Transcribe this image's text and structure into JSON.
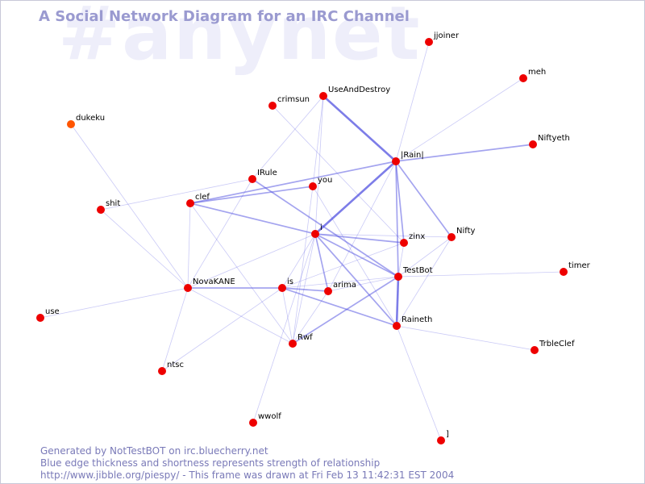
{
  "watermark": "#anynet",
  "title": "A Social Network Diagram for an IRC Channel",
  "footer": {
    "line1": "Generated by NotTestBOT on irc.bluecherry.net",
    "line2": "Blue edge thickness and shortness represents strength of relationship",
    "line3": "http://www.jibble.org/piespy/ - This frame was drawn at Fri Feb 13 11:42:31 EST 2004"
  },
  "colors": {
    "node": "#ee0000",
    "node_recent": "#ff5500",
    "edge": "#5050e0"
  },
  "nodes": [
    {
      "id": "jjoiner",
      "label": "jjoiner"
    },
    {
      "id": "meh",
      "label": "meh"
    },
    {
      "id": "crimsun",
      "label": "crimsun"
    },
    {
      "id": "UseAndDestroy",
      "label": "UseAndDestroy"
    },
    {
      "id": "dukeku",
      "label": "dukeku",
      "recent": true
    },
    {
      "id": "Niftyeth",
      "label": "Niftyeth"
    },
    {
      "id": "Rain",
      "label": "|Rain|"
    },
    {
      "id": "IRule",
      "label": "IRule"
    },
    {
      "id": "you",
      "label": "you"
    },
    {
      "id": "clef",
      "label": "clef"
    },
    {
      "id": "shit",
      "label": "shit"
    },
    {
      "id": "i",
      "label": "i"
    },
    {
      "id": "zinx",
      "label": "zinx"
    },
    {
      "id": "Nifty",
      "label": "Nifty"
    },
    {
      "id": "timer",
      "label": "timer"
    },
    {
      "id": "TestBot",
      "label": "TestBot"
    },
    {
      "id": "NovaKANE",
      "label": "NovaKANE"
    },
    {
      "id": "is",
      "label": "is"
    },
    {
      "id": "arima",
      "label": "arima"
    },
    {
      "id": "use",
      "label": "use"
    },
    {
      "id": "Raineth",
      "label": "Raineth"
    },
    {
      "id": "Rwf",
      "label": "Rwf"
    },
    {
      "id": "TrbleClef",
      "label": "TrbleClef"
    },
    {
      "id": "ntsc",
      "label": "ntsc"
    },
    {
      "id": "wwolf",
      "label": "wwolf"
    },
    {
      "id": "bracket",
      "label": "]"
    }
  ],
  "edges": [
    {
      "source": "jjoiner",
      "target": "Rain",
      "weight": 1
    },
    {
      "source": "meh",
      "target": "Rain",
      "weight": 1
    },
    {
      "source": "Niftyeth",
      "target": "Rain",
      "weight": 2
    },
    {
      "source": "UseAndDestroy",
      "target": "Rain",
      "weight": 3
    },
    {
      "source": "UseAndDestroy",
      "target": "IRule",
      "weight": 1
    },
    {
      "source": "UseAndDestroy",
      "target": "you",
      "weight": 1
    },
    {
      "source": "UseAndDestroy",
      "target": "i",
      "weight": 1
    },
    {
      "source": "crimsun",
      "target": "zinx",
      "weight": 1
    },
    {
      "source": "dukeku",
      "target": "NovaKANE",
      "weight": 1
    },
    {
      "source": "Rain",
      "target": "i",
      "weight": 3
    },
    {
      "source": "Rain",
      "target": "clef",
      "weight": 2
    },
    {
      "source": "Rain",
      "target": "zinx",
      "weight": 2
    },
    {
      "source": "Rain",
      "target": "Nifty",
      "weight": 2
    },
    {
      "source": "Rain",
      "target": "TestBot",
      "weight": 2
    },
    {
      "source": "Rain",
      "target": "arima",
      "weight": 1
    },
    {
      "source": "you",
      "target": "clef",
      "weight": 2
    },
    {
      "source": "you",
      "target": "Raineth",
      "weight": 1
    },
    {
      "source": "you",
      "target": "Rwf",
      "weight": 1
    },
    {
      "source": "shit",
      "target": "IRule",
      "weight": 1
    },
    {
      "source": "shit",
      "target": "NovaKANE",
      "weight": 1
    },
    {
      "source": "IRule",
      "target": "TestBot",
      "weight": 2
    },
    {
      "source": "IRule",
      "target": "NovaKANE",
      "weight": 1
    },
    {
      "source": "clef",
      "target": "i",
      "weight": 2
    },
    {
      "source": "clef",
      "target": "NovaKANE",
      "weight": 1
    },
    {
      "source": "clef",
      "target": "Rwf",
      "weight": 1
    },
    {
      "source": "i",
      "target": "zinx",
      "weight": 2
    },
    {
      "source": "i",
      "target": "Nifty",
      "weight": 1
    },
    {
      "source": "i",
      "target": "TestBot",
      "weight": 2
    },
    {
      "source": "i",
      "target": "is",
      "weight": 1
    },
    {
      "source": "i",
      "target": "arima",
      "weight": 2
    },
    {
      "source": "i",
      "target": "Raineth",
      "weight": 2
    },
    {
      "source": "i",
      "target": "Rwf",
      "weight": 1
    },
    {
      "source": "i",
      "target": "NovaKANE",
      "weight": 1
    },
    {
      "source": "i",
      "target": "wwolf",
      "weight": 1
    },
    {
      "source": "zinx",
      "target": "TestBot",
      "weight": 1
    },
    {
      "source": "Nifty",
      "target": "TestBot",
      "weight": 1
    },
    {
      "source": "TestBot",
      "target": "Raineth",
      "weight": 3
    },
    {
      "source": "TestBot",
      "target": "timer",
      "weight": 1
    },
    {
      "source": "TestBot",
      "target": "is",
      "weight": 1
    },
    {
      "source": "TestBot",
      "target": "Rwf",
      "weight": 2
    },
    {
      "source": "TestBot",
      "target": "arima",
      "weight": 1
    },
    {
      "source": "Raineth",
      "target": "TrbleClef",
      "weight": 1
    },
    {
      "source": "Raineth",
      "target": "bracket",
      "weight": 1
    },
    {
      "source": "Raineth",
      "target": "is",
      "weight": 2
    },
    {
      "source": "Raineth",
      "target": "Nifty",
      "weight": 1
    },
    {
      "source": "NovaKANE",
      "target": "is",
      "weight": 2
    },
    {
      "source": "NovaKANE",
      "target": "use",
      "weight": 1
    },
    {
      "source": "NovaKANE",
      "target": "ntsc",
      "weight": 1
    },
    {
      "source": "NovaKANE",
      "target": "Rwf",
      "weight": 1
    },
    {
      "source": "is",
      "target": "arima",
      "weight": 2
    },
    {
      "source": "is",
      "target": "Rwf",
      "weight": 1
    },
    {
      "source": "is",
      "target": "ntsc",
      "weight": 1
    },
    {
      "source": "is",
      "target": "zinx",
      "weight": 1
    },
    {
      "source": "arima",
      "target": "Rwf",
      "weight": 1
    }
  ]
}
